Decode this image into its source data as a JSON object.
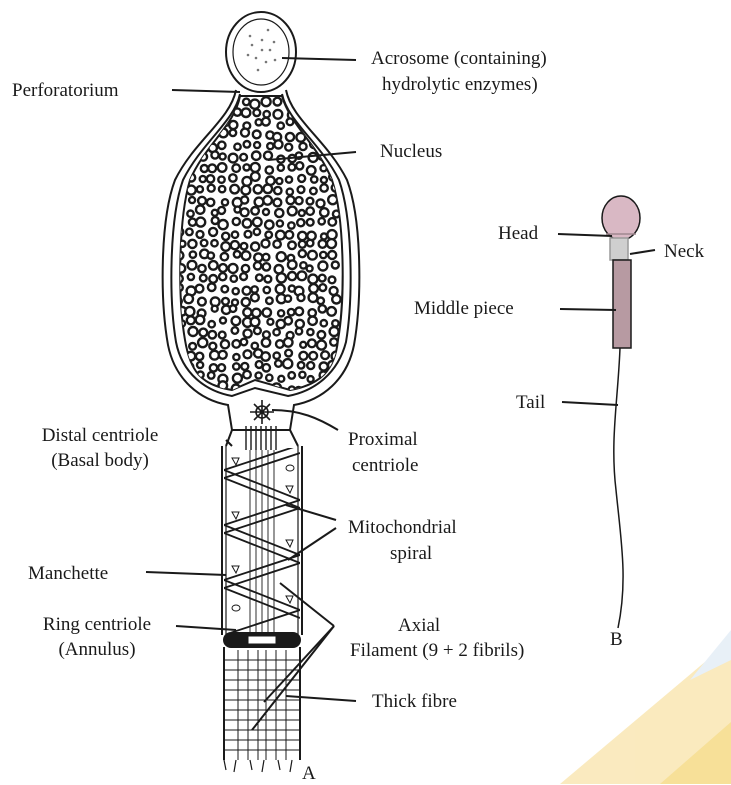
{
  "labels": {
    "acrosome_line1": "Acrosome (containing)",
    "acrosome_line2": "hydrolytic enzymes)",
    "perforatorium": "Perforatorium",
    "nucleus": "Nucleus",
    "distal_line1": "Distal centriole",
    "distal_line2": "(Basal body)",
    "proximal_line1": "Proximal",
    "proximal_line2": "centriole",
    "mito_line1": "Mitochondrial",
    "mito_line2": "spiral",
    "manchette": "Manchette",
    "ring_line1": "Ring centriole",
    "ring_line2": "(Annulus)",
    "axial_line1": "Axial",
    "axial_line2": "Filament (9 + 2 fibrils)",
    "thick_fibre": "Thick fibre",
    "letter_a": "A",
    "head": "Head",
    "neck": "Neck",
    "middle_piece": "Middle piece",
    "tail": "Tail",
    "letter_b": "B"
  },
  "colors": {
    "ink": "#1a1a1a",
    "head_fill": "#d9b8c4",
    "neck_fill": "#cfcfcf",
    "middle_fill": "#b79aa2",
    "watermark": "#f2c744"
  }
}
